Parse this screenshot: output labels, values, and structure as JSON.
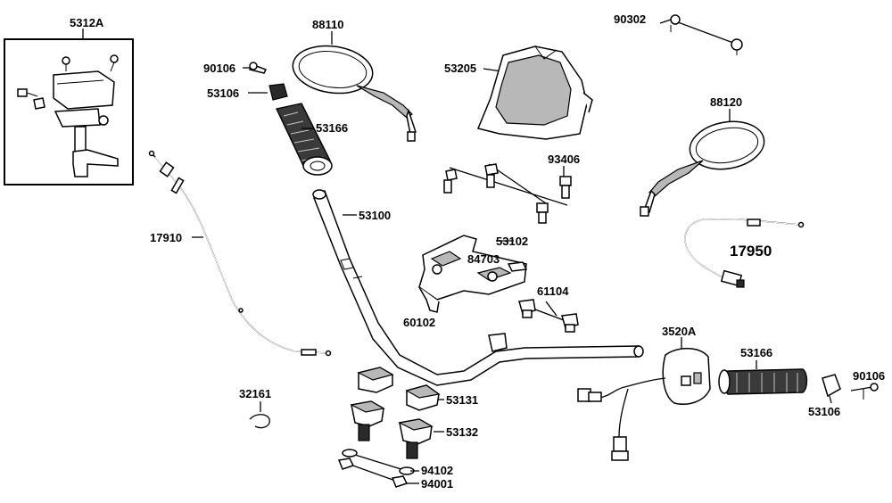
{
  "diagram": {
    "labels": {
      "p5312A": "5312A",
      "p88110": "88110",
      "p90302": "90302",
      "p90106_top": "90106",
      "p53106_top": "53106",
      "p53166_top": "53166",
      "p53205": "53205",
      "p88120": "88120",
      "p93406": "93406",
      "p53100": "53100",
      "p17910": "17910",
      "p53102": "53102",
      "p84703": "84703",
      "p17950": "17950",
      "p61104": "61104",
      "p60102": "60102",
      "p3520A": "3520A",
      "p53166_right": "53166",
      "p90106_right": "90106",
      "p53106_right": "53106",
      "p32161": "32161",
      "p53131": "53131",
      "p53132": "53132",
      "p94102": "94102",
      "p94001": "94001"
    }
  }
}
